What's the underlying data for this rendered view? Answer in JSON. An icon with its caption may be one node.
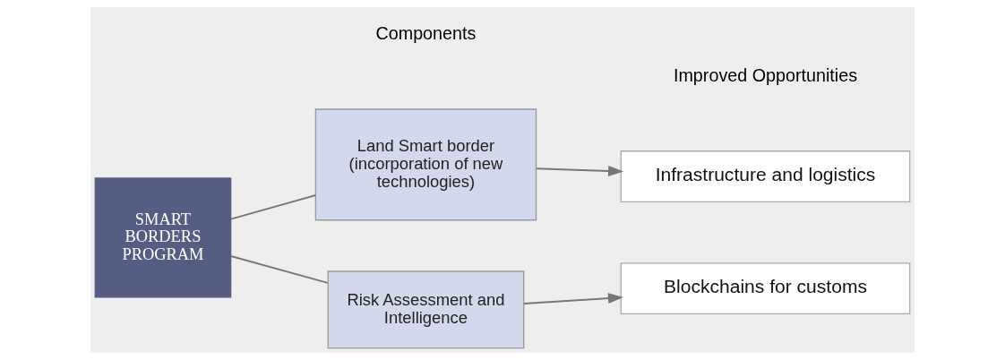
{
  "diagram": {
    "nodes": [
      {
        "text": [
          "SMART BORDERS PROGRAM"
        ]
      },
      {
        "text": [
          "Land Smart border (incorporation of new technologies)"
        ]
      },
      {
        "text": [
          "Risk Assessment and Intelligence"
        ]
      },
      {
        "text": [
          "Infrastructure and logistics"
        ]
      },
      {
        "text": [
          "Blockchains for customs"
        ]
      }
    ],
    "edges": [
      {
        "from": 0,
        "to": 1,
        "arrow": "none"
      },
      {
        "from": 0,
        "to": 2,
        "arrow": "none"
      },
      {
        "from": 1,
        "to": 3,
        "arrow": "to"
      },
      {
        "from": 2,
        "to": 4,
        "arrow": "to"
      }
    ],
    "labels": [
      "Components",
      "Improved Opportunities"
    ]
  }
}
